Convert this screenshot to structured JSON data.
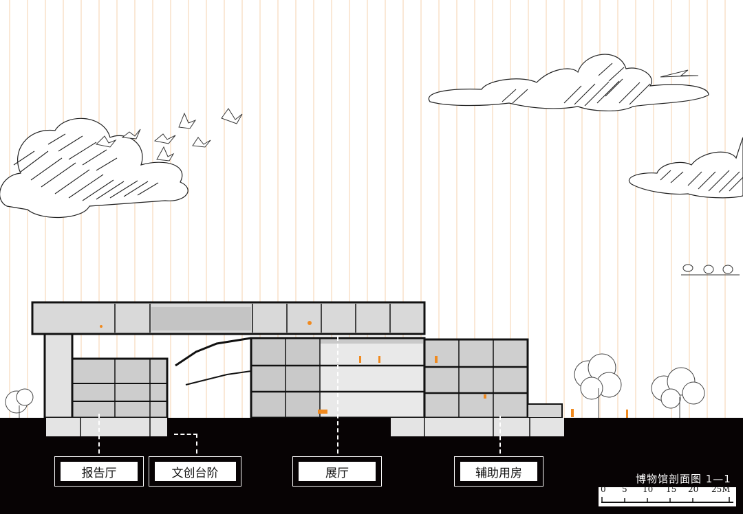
{
  "labels": {
    "lecture_hall": "报告厅",
    "creative_steps": "文创台阶",
    "exhibition_hall": "展厅",
    "auxiliary_rooms": "辅助用房"
  },
  "drawing_title": "博物馆剖面图  1—1",
  "scale_bar": {
    "ticks": [
      "0",
      "5",
      "10",
      "15",
      "20",
      "25M"
    ]
  },
  "colors": {
    "background": "#ffffff",
    "ground": "#070304",
    "grid_lines": "#f3c79a",
    "accent_figures": "#f08a1f",
    "building_fill": "#cfcfcf",
    "structure": "#111111"
  }
}
